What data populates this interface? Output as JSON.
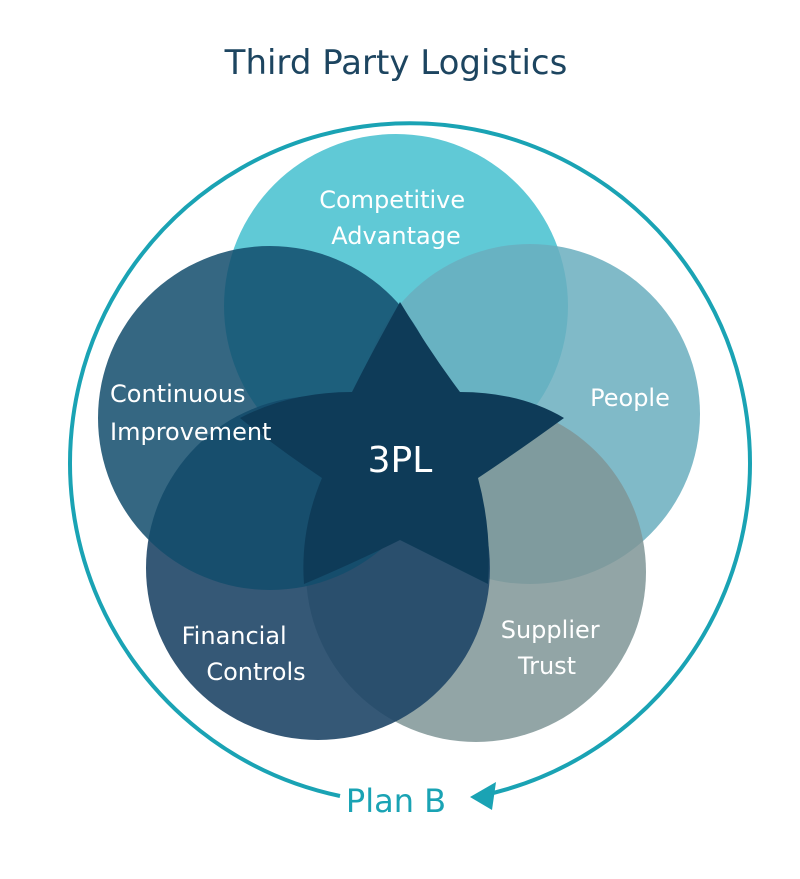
{
  "title": "Third Party Logistics",
  "center_label": "3PL",
  "cycle_label": "Plan B",
  "petals": [
    {
      "id": "competitive-advantage",
      "lines": [
        "Competitive",
        "Advantage"
      ],
      "color": "#4fc3d1"
    },
    {
      "id": "people",
      "lines": [
        "People"
      ],
      "color": "#6aaebe"
    },
    {
      "id": "supplier-trust",
      "lines": [
        "Supplier",
        "Trust"
      ],
      "color": "#7f9597"
    },
    {
      "id": "financial-controls",
      "lines": [
        "Financial",
        "Controls"
      ],
      "color": "#1f4667"
    },
    {
      "id": "continuous-improvement",
      "lines": [
        "Continuous",
        "Improvement"
      ],
      "color": "#124c6c"
    }
  ],
  "colors": {
    "title": "#1d4560",
    "ring": "#1aa3b4",
    "center": "#0e3b58"
  }
}
